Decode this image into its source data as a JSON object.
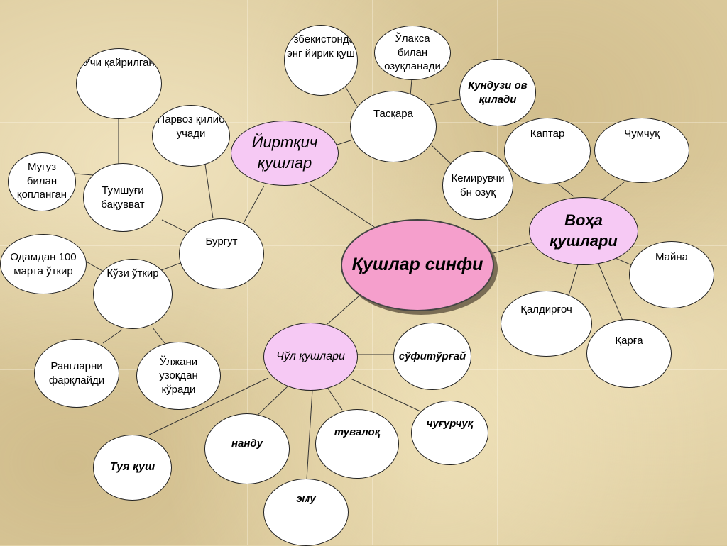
{
  "center": "Қушлар синфи",
  "birds_of_prey": {
    "title": "Йиртқич қушлар",
    "tascara": {
      "name": "Тасқара",
      "facts": [
        "Ўзбекистонда энг йирик қуш",
        "Ўлакса билан озуқланади",
        "Кундузи ов қилади",
        "Кемирувчи бн озуқ"
      ]
    },
    "burgut": {
      "name": "Бургут",
      "facts": [
        "Парвоз қилиб учади",
        "Тумшуғи бақувват",
        "Кўзи ўткир"
      ],
      "beak_facts": [
        "Учи қайрилган",
        "Мугуз билан қопланган"
      ],
      "eye_facts": [
        "Одамдан 100 марта ўткир",
        "Рангларни фарқлайди",
        "Ўлжани узоқдан кўради"
      ]
    }
  },
  "air_birds": {
    "title": "Воҳа қушлари",
    "items": [
      "Каптар",
      "Чумчуқ",
      "Майна",
      "Қалдирғоч",
      "Қарға"
    ]
  },
  "desert_birds": {
    "title": "Чўл қушлари",
    "items": [
      "сўфитўрғай",
      "чуғурчуқ",
      "тувалоқ",
      "эму",
      "нанду",
      "Туя қуш"
    ]
  }
}
